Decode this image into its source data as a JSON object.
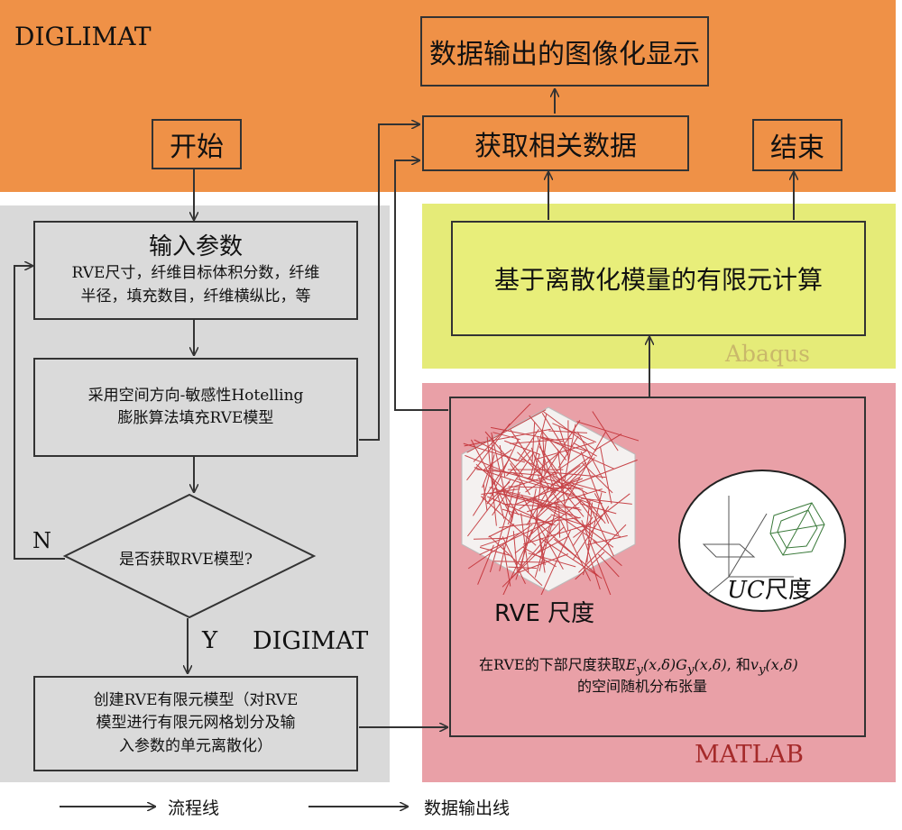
{
  "regions": {
    "diglimat": "DIGLIMAT",
    "digimat": "DIGIMAT",
    "abaqus": "Abaqus",
    "matlab": "MATLAB"
  },
  "boxes": {
    "data_display": "数据输出的图像化显示",
    "get_data": "获取相关数据",
    "start": "开始",
    "end": "结束",
    "input_title": "输入参数",
    "input_line1": "RVE尺寸，纤维目标体积分数，纤维",
    "input_line2": "半径，填充数目，纤维横纵比，等",
    "fill_line1": "采用空间方向-敏感性Hotelling",
    "fill_line2": "膨胀算法填充RVE模型",
    "decision": "是否获取RVE模型?",
    "create_line1": "创建RVE有限元模型（对RVE",
    "create_line2": "模型进行有限元网格划分及输",
    "create_line3": "入参数的单元离散化）",
    "fem": "基于离散化模量的有限元计算"
  },
  "decision_labels": {
    "no": "N",
    "yes": "Y"
  },
  "matlab_panel": {
    "rve_scale": "RVE 尺度",
    "uc_italic": "UC",
    "uc_suffix": "尺度",
    "desc_prefix": "在RVE的下部尺度获取",
    "desc_e": "E",
    "desc_g": "G",
    "desc_nu": "v",
    "desc_sub": "y",
    "desc_args": "(x,δ)",
    "desc_and": ", 和",
    "desc_line2": "的空间随机分布张量"
  },
  "legend": {
    "flow_line": "流程线",
    "data_line": "数据输出线"
  },
  "colors": {
    "top_region": "#ef9147",
    "gray_region": "#d9d9d9",
    "yellow_region": "#e5eb78",
    "pink_region": "#e9a0a7",
    "fiber": "#c0282d",
    "matlab_text": "#a52a2a",
    "abaqus_text": "#c9b86a"
  }
}
